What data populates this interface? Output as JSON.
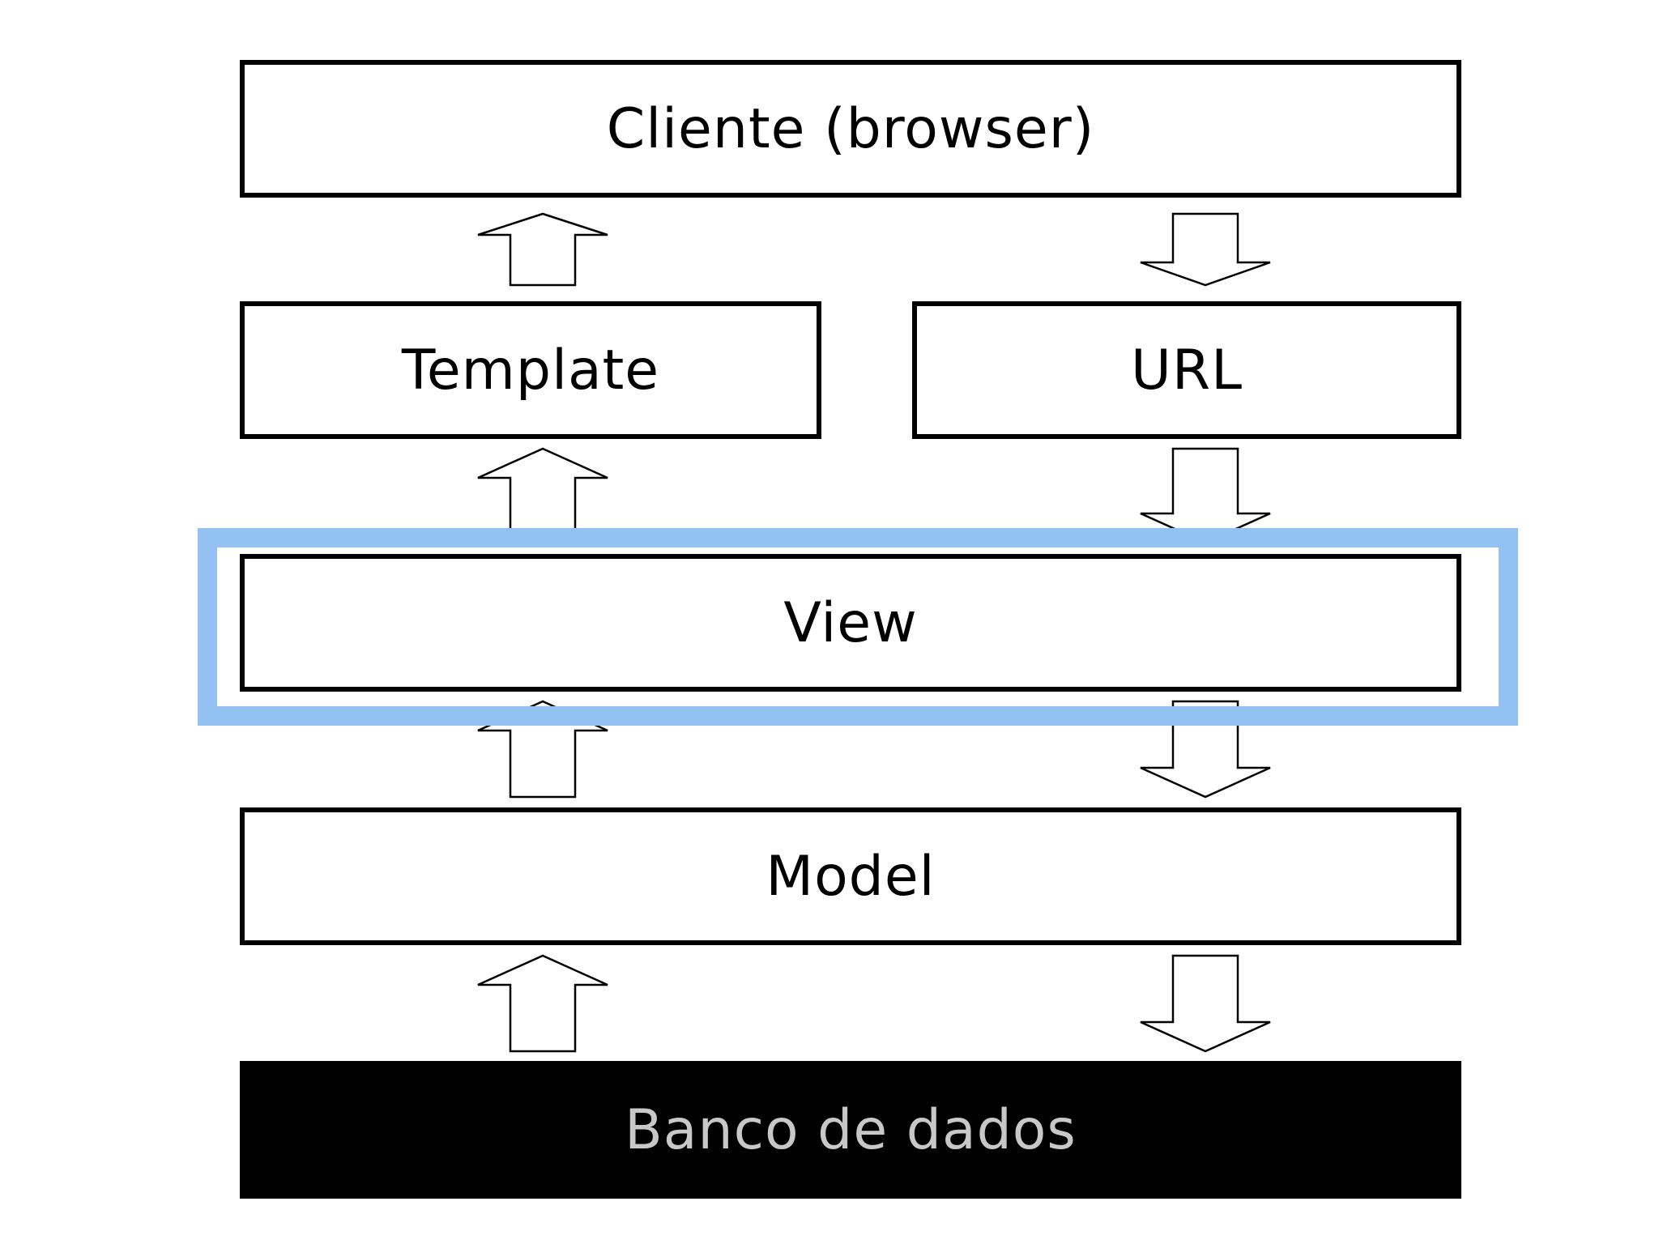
{
  "diagram": {
    "client_label": "Cliente (browser)",
    "template_label": "Template",
    "url_label": "URL",
    "view_label": "View",
    "model_label": "Model",
    "database_label": "Banco de dados"
  },
  "colors": {
    "box_border": "#000000",
    "box_fill": "#ffffff",
    "database_fill": "#000000",
    "database_text": "#c8c8c8",
    "highlight": "#93c1f2"
  },
  "highlighted_layer": "View",
  "arrows": [
    {
      "between": [
        "Template",
        "Cliente (browser)"
      ],
      "direction": "up"
    },
    {
      "between": [
        "Cliente (browser)",
        "URL"
      ],
      "direction": "down"
    },
    {
      "between": [
        "View",
        "Template"
      ],
      "direction": "up"
    },
    {
      "between": [
        "URL",
        "View"
      ],
      "direction": "down"
    },
    {
      "between": [
        "Model",
        "View"
      ],
      "direction": "up"
    },
    {
      "between": [
        "View",
        "Model"
      ],
      "direction": "down"
    },
    {
      "between": [
        "Banco de dados",
        "Model"
      ],
      "direction": "up"
    },
    {
      "between": [
        "Model",
        "Banco de dados"
      ],
      "direction": "down"
    }
  ]
}
